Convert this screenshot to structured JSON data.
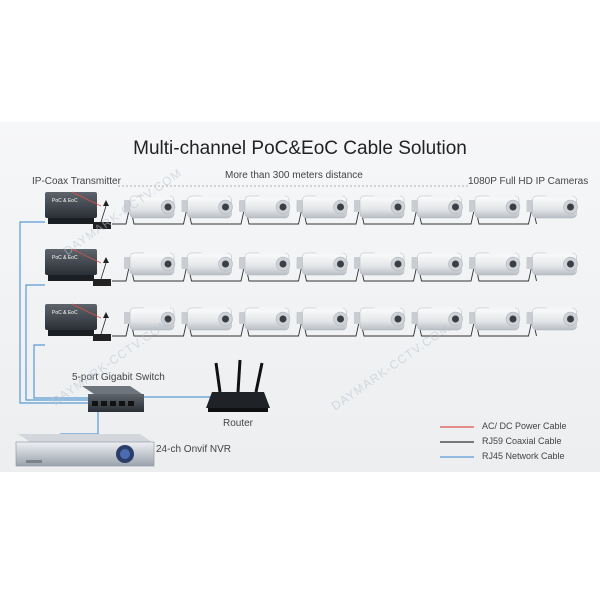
{
  "title": "Multi-channel PoC&EoC Cable Solution",
  "labels": {
    "transmitter": "IP-Coax Transmitter",
    "distance": "More than 300 meters distance",
    "cameras": "1080P Full HD IP Cameras",
    "switch": "5-port Gigabit Switch",
    "router": "Router",
    "nvr": "24-ch Onvif NVR",
    "device_text": "PoC & EoC"
  },
  "legend": {
    "power": "AC/ DC Power Cable",
    "coax": "RJ59 Coaxial Cable",
    "network": "RJ45 Network Cable"
  },
  "colors": {
    "power": "#e0504a",
    "coax": "#333333",
    "network": "#5b9bd5",
    "panel": "#eef0f2"
  },
  "watermark": "DAYMARK-CCTV.COM",
  "cameras_per_row": 8,
  "rows": 3
}
